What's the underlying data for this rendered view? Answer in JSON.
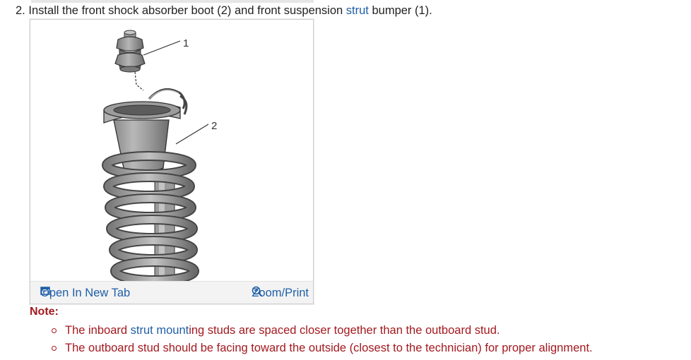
{
  "step": {
    "number": "2.",
    "text_before": "Install the front shock absorber boot (2) and front suspension",
    "link": "strut",
    "text_after": "bumper (1)."
  },
  "figure": {
    "callout_1": "1",
    "callout_2": "2",
    "open_tab_label": "Open In New Tab",
    "zoom_label": "Zoom/Print"
  },
  "note": {
    "label": "Note:",
    "items": [
      {
        "before": "The inboard",
        "link1": "strut",
        "link2": "mount",
        "after": "ing studs are spaced closer together than the outboard stud."
      },
      {
        "text": "The outboard stud should be facing toward the outside (closest to the technician) for proper alignment."
      }
    ]
  },
  "colors": {
    "link": "#1f5fa8",
    "note": "#a3191f"
  }
}
